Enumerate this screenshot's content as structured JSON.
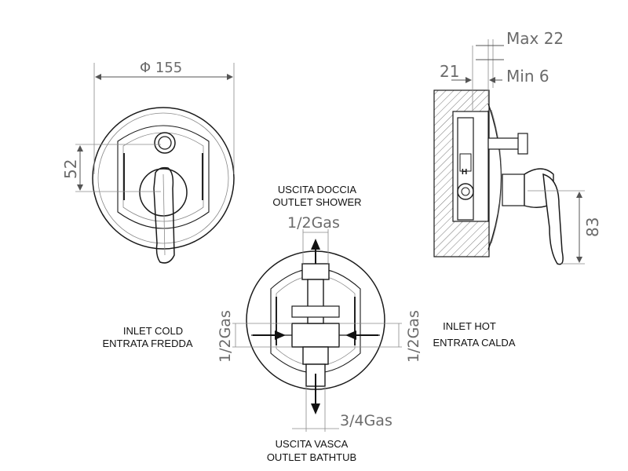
{
  "dimensions": {
    "diameter": "Φ 155",
    "height_52": "52",
    "max": "Max 22",
    "min": "Min 6",
    "depth_21": "21",
    "height_83": "83"
  },
  "ports": {
    "shower_it": "USCITA DOCCIA",
    "shower_en": "OUTLET SHOWER",
    "shower_size": "1/2Gas",
    "cold_en": "INLET COLD",
    "cold_it": "ENTRATA FREDDA",
    "cold_size": "1/2Gas",
    "hot_en": "INLET HOT",
    "hot_it": "ENTRATA CALDA",
    "hot_size": "1/2Gas",
    "bath_size": "3/4Gas",
    "bath_it": "USCITA VASCA",
    "bath_en": "OUTLET BATHTUB"
  },
  "markers": {
    "hot_mark": "H"
  }
}
